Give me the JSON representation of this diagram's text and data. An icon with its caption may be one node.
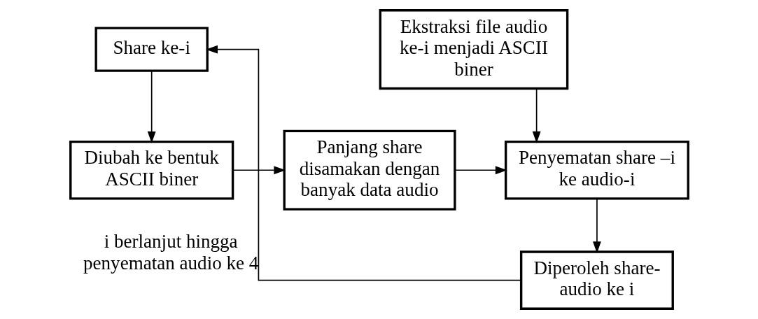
{
  "diagram": {
    "nodes": [
      {
        "text": [
          "Share ke-i"
        ]
      },
      {
        "text": [
          "Diubah ke bentuk ASCII biner"
        ]
      },
      {
        "text": [
          "Panjang share disamakan dengan banyak data audio"
        ]
      },
      {
        "text": [
          "Penyematan share –i ke audio-i"
        ]
      },
      {
        "text": [
          "Ekstraksi file audio ke-i menjadi ASCII biner"
        ]
      },
      {
        "text": [
          "Diperoleh share-audio ke i"
        ]
      }
    ],
    "edges": [
      {
        "from": 0,
        "to": 1,
        "arrow": "to"
      },
      {
        "from": 1,
        "to": 2,
        "arrow": "to"
      },
      {
        "from": 2,
        "to": 3,
        "arrow": "to"
      },
      {
        "from": 4,
        "to": 3,
        "arrow": "to"
      },
      {
        "from": 3,
        "to": 5,
        "arrow": "to"
      },
      {
        "from": 5,
        "to": 0,
        "arrow": "to",
        "label": "i berlanjut hingga penyematan audio ke 4"
      }
    ]
  }
}
